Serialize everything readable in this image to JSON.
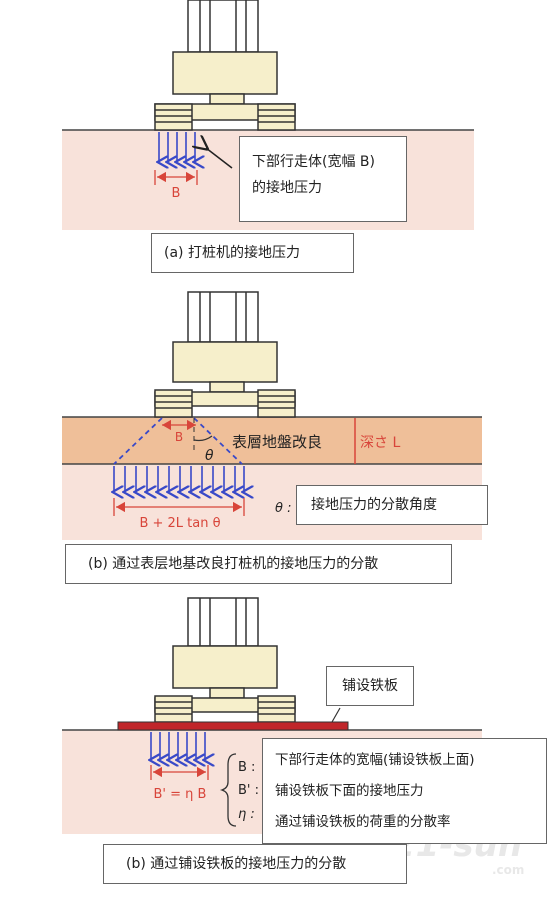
{
  "panel_a": {
    "callout_line1": "下部行走体(宽幅 B)",
    "callout_line2": "的接地压力",
    "width_label": "B",
    "caption": "(a) 打桩机的接地压力"
  },
  "panel_b": {
    "width_label_top": "B",
    "angle_label": "θ",
    "layer_label": "表層地盤改良",
    "depth_label": "深さ L",
    "spread_label": "B + 2L tan θ",
    "legend_symbol": "θ :",
    "legend_text": "接地压力的分散角度",
    "caption": "(b) 通过表层地基改良打桩机的接地压力的分散"
  },
  "panel_c": {
    "plate_label": "铺设铁板",
    "width_label": "B' = η B",
    "legend_symbols": [
      "B :",
      "B' :",
      "η :"
    ],
    "legend_lines": [
      "下部行走体的宽幅(铺设铁板上面)",
      "铺设铁板下面的接地压力",
      "通过铺设铁板的荷重的分散率"
    ],
    "caption": "(b) 通过铺设铁板的接地压力的分散"
  },
  "watermark": "21-sun",
  "watermark_sub": ".com",
  "colors": {
    "soil": "#f8e2da",
    "improved_layer": "#efbf99",
    "machine": "#f6efcb",
    "arrow": "#3949c8",
    "dimension": "#d8453a",
    "steel_plate": "#c0262a"
  }
}
